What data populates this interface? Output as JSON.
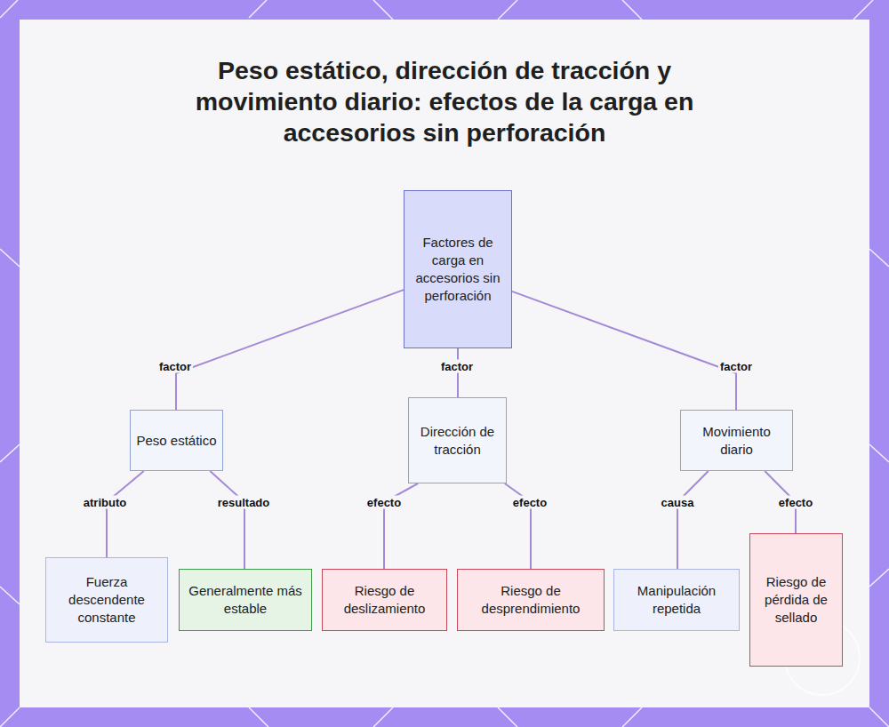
{
  "diagram": {
    "title": "Peso estático, dirección de tracción y movimiento diario: efectos de la carga en accesorios sin perforación",
    "nodes": [
      {
        "text": [
          "Factores de carga en accesorios sin perforación"
        ]
      },
      {
        "text": [
          "Peso estático"
        ]
      },
      {
        "text": [
          "Dirección de tracción"
        ]
      },
      {
        "text": [
          "Movimiento diario"
        ]
      },
      {
        "text": [
          "Fuerza descendente constante"
        ]
      },
      {
        "text": [
          "Generalmente más estable"
        ]
      },
      {
        "text": [
          "Riesgo de deslizamiento"
        ]
      },
      {
        "text": [
          "Riesgo de desprendimiento"
        ]
      },
      {
        "text": [
          "Manipulación repetida"
        ]
      },
      {
        "text": [
          "Riesgo de pérdida de sellado"
        ]
      }
    ],
    "edges": [
      {
        "from": 0,
        "to": 1,
        "label": "factor",
        "arrow": "none"
      },
      {
        "from": 0,
        "to": 2,
        "label": "factor",
        "arrow": "none"
      },
      {
        "from": 0,
        "to": 3,
        "label": "factor",
        "arrow": "none"
      },
      {
        "from": 1,
        "to": 4,
        "label": "atributo",
        "arrow": "none"
      },
      {
        "from": 1,
        "to": 5,
        "label": "resultado",
        "arrow": "none"
      },
      {
        "from": 2,
        "to": 6,
        "label": "efecto",
        "arrow": "none"
      },
      {
        "from": 2,
        "to": 7,
        "label": "efecto",
        "arrow": "none"
      },
      {
        "from": 3,
        "to": 8,
        "label": "causa",
        "arrow": "none"
      },
      {
        "from": 3,
        "to": 9,
        "label": "efecto",
        "arrow": "none"
      }
    ]
  }
}
